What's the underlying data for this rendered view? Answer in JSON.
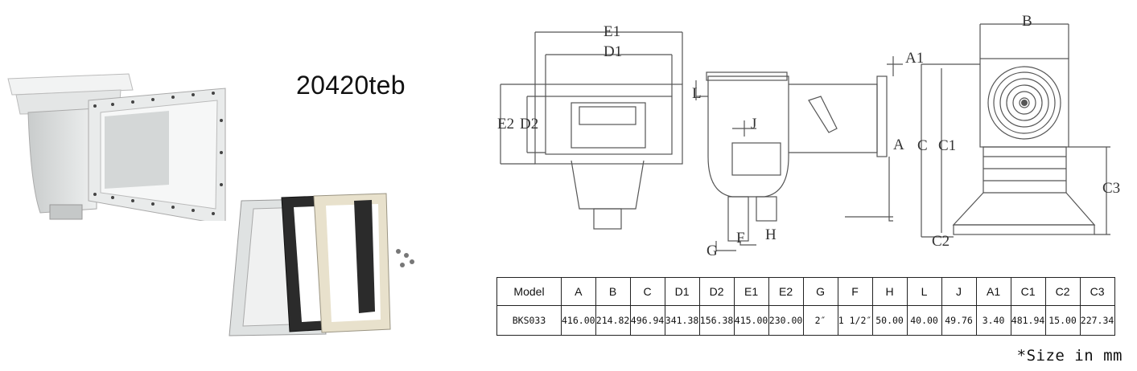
{
  "product_title": "20420teb",
  "drawing_labels": {
    "front": {
      "E1": "E1",
      "D1": "D1",
      "E2": "E2",
      "D2": "D2"
    },
    "side": {
      "A1": "A1",
      "A": "A",
      "L": "L",
      "J": "J",
      "G": "G",
      "F": "F",
      "H": "H"
    },
    "back": {
      "B": "B",
      "C": "C",
      "C1": "C1",
      "C2": "C2",
      "C3": "C3"
    }
  },
  "spec_table": {
    "headers": [
      "Model",
      "A",
      "B",
      "C",
      "D1",
      "D2",
      "E1",
      "E2",
      "G",
      "F",
      "H",
      "L",
      "J",
      "A1",
      "C1",
      "C2",
      "C3"
    ],
    "rows": [
      [
        "BKS033",
        "416.00",
        "214.82",
        "496.94",
        "341.38",
        "156.38",
        "415.00",
        "230.00",
        "2″",
        "1 1/2″",
        "50.00",
        "40.00",
        "49.76",
        "3.40",
        "481.94",
        "15.00",
        "227.34"
      ]
    ]
  },
  "size_note": "*Size in mm",
  "colors": {
    "line": "#555555",
    "table_border": "#222222",
    "product_body": "#d9dcdc",
    "gasket": "#2b2b2b",
    "cream_frame": "#e8e1cc"
  }
}
